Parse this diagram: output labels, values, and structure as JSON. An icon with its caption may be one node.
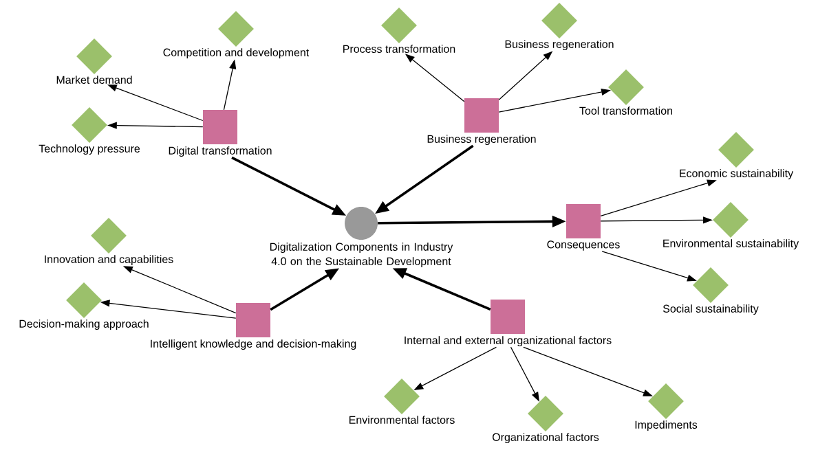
{
  "diagram": {
    "nodes": [
      {
        "text": [
          "Digitalization Components in Industry 4.0 on the Sustainable Development"
        ]
      },
      {
        "text": [
          "Digital transformation"
        ]
      },
      {
        "text": [
          "Market demand"
        ]
      },
      {
        "text": [
          "Competition and development"
        ]
      },
      {
        "text": [
          "Technology pressure"
        ]
      },
      {
        "text": [
          "Business regeneration"
        ]
      },
      {
        "text": [
          "Process transformation"
        ]
      },
      {
        "text": [
          "Business regeneration"
        ]
      },
      {
        "text": [
          "Tool transformation"
        ]
      },
      {
        "text": [
          "Consequences"
        ]
      },
      {
        "text": [
          "Economic sustainability"
        ]
      },
      {
        "text": [
          "Environmental sustainability"
        ]
      },
      {
        "text": [
          "Social sustainability"
        ]
      },
      {
        "text": [
          "Intelligent knowledge and decision-making"
        ]
      },
      {
        "text": [
          "Innovation and capabilities"
        ]
      },
      {
        "text": [
          "Decision-making approach"
        ]
      },
      {
        "text": [
          "Internal and external organizational factors"
        ]
      },
      {
        "text": [
          "Environmental factors"
        ]
      },
      {
        "text": [
          "Organizational factors"
        ]
      },
      {
        "text": [
          "Impediments"
        ]
      }
    ],
    "edges": [
      {
        "from": 1,
        "to": 0,
        "arrow": "to",
        "style": "thick"
      },
      {
        "from": 5,
        "to": 0,
        "arrow": "to",
        "style": "thick"
      },
      {
        "from": 0,
        "to": 9,
        "arrow": "to",
        "style": "thick"
      },
      {
        "from": 13,
        "to": 0,
        "arrow": "to",
        "style": "thick"
      },
      {
        "from": 16,
        "to": 0,
        "arrow": "to",
        "style": "thick"
      },
      {
        "from": 1,
        "to": 2,
        "arrow": "to"
      },
      {
        "from": 1,
        "to": 3,
        "arrow": "to"
      },
      {
        "from": 1,
        "to": 4,
        "arrow": "to"
      },
      {
        "from": 5,
        "to": 6,
        "arrow": "to"
      },
      {
        "from": 5,
        "to": 7,
        "arrow": "to"
      },
      {
        "from": 5,
        "to": 8,
        "arrow": "to"
      },
      {
        "from": 9,
        "to": 10,
        "arrow": "to"
      },
      {
        "from": 9,
        "to": 11,
        "arrow": "to"
      },
      {
        "from": 9,
        "to": 12,
        "arrow": "to"
      },
      {
        "from": 13,
        "to": 14,
        "arrow": "to"
      },
      {
        "from": 13,
        "to": 15,
        "arrow": "to"
      },
      {
        "from": 16,
        "to": 17,
        "arrow": "to"
      },
      {
        "from": 16,
        "to": 18,
        "arrow": "to"
      },
      {
        "from": 16,
        "to": 19,
        "arrow": "to"
      }
    ]
  }
}
